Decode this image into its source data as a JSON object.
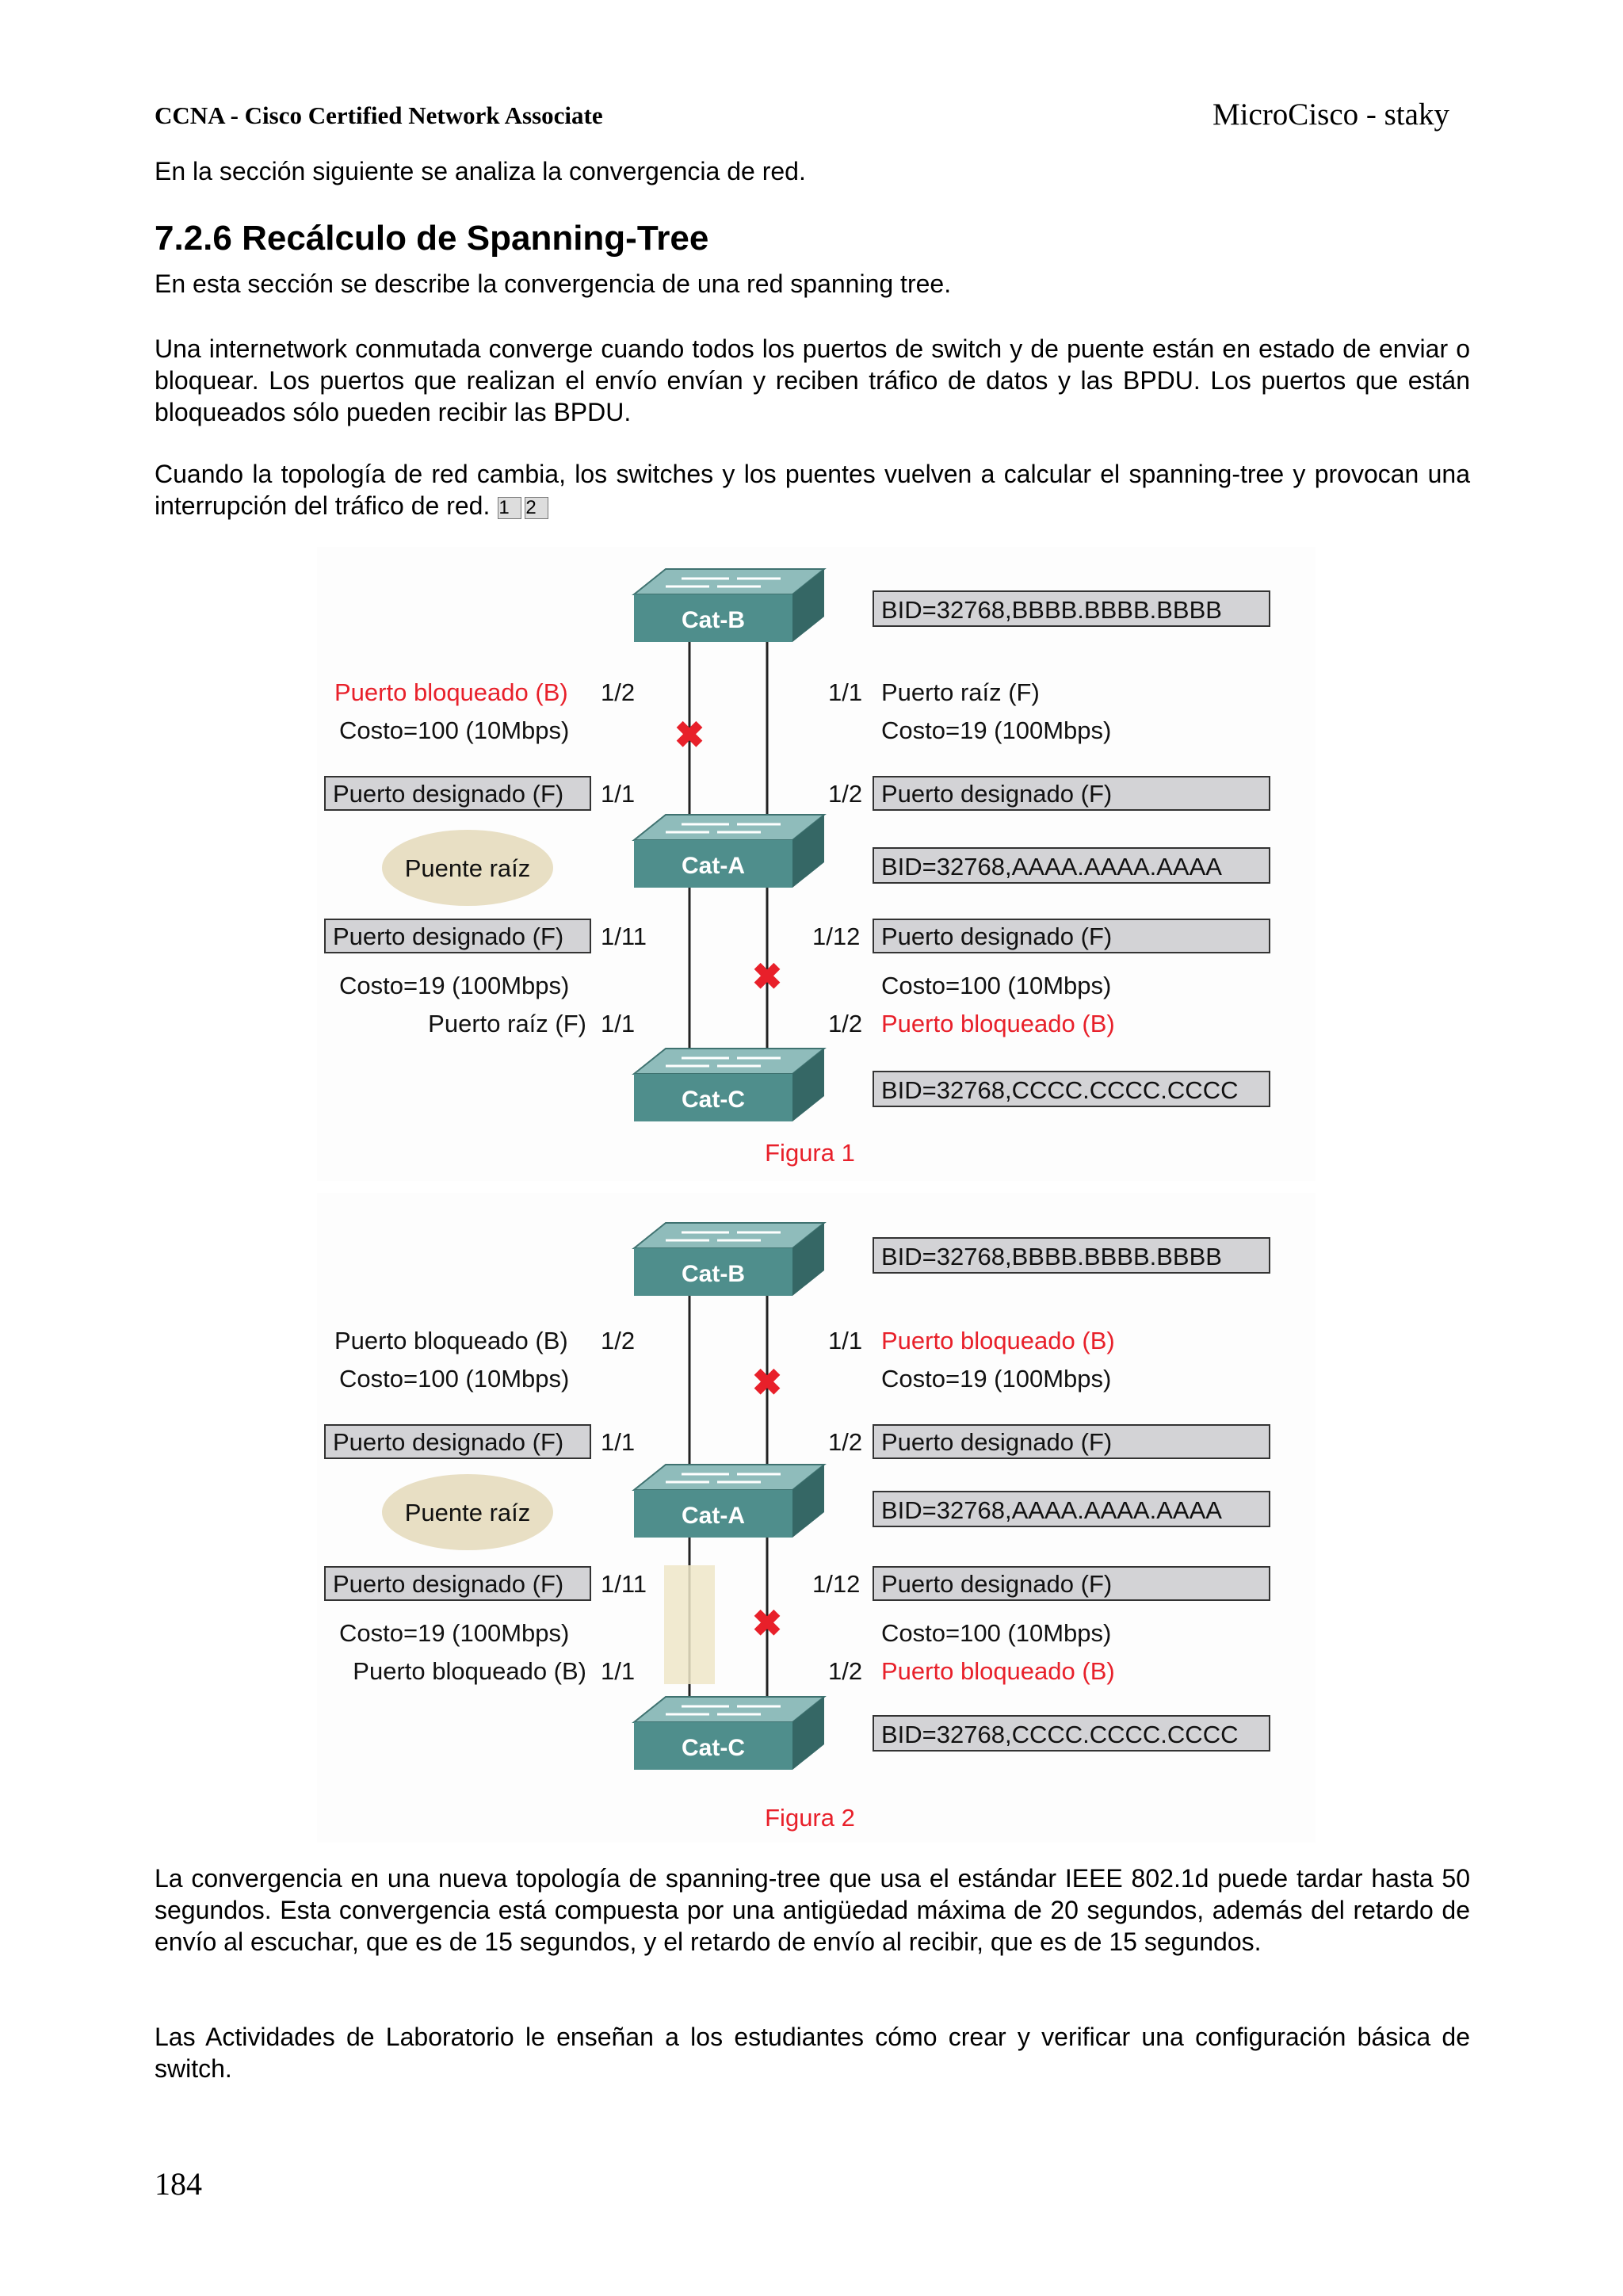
{
  "header": {
    "left": "CCNA - Cisco Certified Network Associate",
    "right": "MicroCisco - staky"
  },
  "intro_line": "En la sección siguiente se analiza la convergencia de red.",
  "section_title": "7.2.6 Recálculo de Spanning-Tree",
  "p1": "En esta sección se describe la convergencia de una red spanning tree.",
  "p2": "Una internetwork conmutada converge cuando todos los puertos de switch y de puente están en estado de enviar o bloquear. Los puertos que realizan el envío envían y reciben tráfico de datos y las BPDU. Los puertos que están bloqueados sólo pueden recibir las BPDU.",
  "p3": "Cuando la topología de red cambia, los switches y los puentes vuelven a calcular el spanning-tree y provocan una interrupción del tráfico de red.",
  "p3_refs": [
    "1",
    "2"
  ],
  "p4": "La convergencia en una nueva topología de spanning-tree que usa el estándar IEEE 802.1d puede tardar hasta 50 segundos. Esta convergencia está compuesta por una antigüedad máxima de 20 segundos, además del retardo de envío al escuchar, que es de 15 segundos, y el retardo de envío al recibir, que es de 15 segundos.",
  "p5": "Las Actividades de Laboratorio le enseñan a los estudiantes cómo crear y verificar una configuración básica de switch.",
  "page_number": "184",
  "colors": {
    "red": "#e8202a",
    "switch": "#4f8e8c",
    "box_fill": "#d3d3d6",
    "ellipse": "#e8dfc4"
  },
  "figure1": {
    "caption": "Figura 1",
    "switch_b": "Cat-B",
    "switch_a": "Cat-A",
    "switch_c": "Cat-C",
    "bid_b": "BID=32768,BBBB.BBBB.BBBB",
    "bid_a": "BID=32768,AAAA.AAAA.AAAA",
    "bid_c": "BID=32768,CCCC.CCCC.CCCC",
    "root_label": "Puente raíz",
    "b_left_state": "Puerto bloqueado (B)",
    "b_left_port": "1/2",
    "b_right_port": "1/1",
    "b_right_state": "Puerto raíz (F)",
    "b_left_cost": "Costo=100 (10Mbps)",
    "b_right_cost": "Costo=19 (100Mbps)",
    "a_top_left_box": "Puerto designado (F)",
    "a_top_left_port": "1/1",
    "a_top_right_port": "1/2",
    "a_top_right_box": "Puerto designado (F)",
    "a_bot_left_box": "Puerto designado (F)",
    "a_bot_left_port": "1/11",
    "a_bot_right_port": "1/12",
    "a_bot_right_box": "Puerto designado (F)",
    "c_left_cost": "Costo=19 (100Mbps)",
    "c_right_cost": "Costo=100 (10Mbps)",
    "c_left_state": "Puerto raíz (F)",
    "c_left_port": "1/1",
    "c_right_port": "1/2",
    "c_right_state": "Puerto bloqueado (B)"
  },
  "figure2": {
    "caption": "Figura 2",
    "switch_b": "Cat-B",
    "switch_a": "Cat-A",
    "switch_c": "Cat-C",
    "bid_b": "BID=32768,BBBB.BBBB.BBBB",
    "bid_a": "BID=32768,AAAA.AAAA.AAAA",
    "bid_c": "BID=32768,CCCC.CCCC.CCCC",
    "root_label": "Puente raíz",
    "b_left_state": "Puerto bloqueado (B)",
    "b_left_port": "1/2",
    "b_right_port": "1/1",
    "b_right_state": "Puerto bloqueado (B)",
    "b_left_cost": "Costo=100 (10Mbps)",
    "b_right_cost": "Costo=19 (100Mbps)",
    "a_top_left_box": "Puerto designado (F)",
    "a_top_left_port": "1/1",
    "a_top_right_port": "1/2",
    "a_top_right_box": "Puerto designado (F)",
    "a_bot_left_box": "Puerto designado (F)",
    "a_bot_left_port": "1/11",
    "a_bot_right_port": "1/12",
    "a_bot_right_box": "Puerto designado (F)",
    "c_left_cost": "Costo=19 (100Mbps)",
    "c_right_cost": "Costo=100 (10Mbps)",
    "c_left_state": "Puerto bloqueado (B)",
    "c_left_port": "1/1",
    "c_right_port": "1/2",
    "c_right_state": "Puerto bloqueado (B)"
  }
}
